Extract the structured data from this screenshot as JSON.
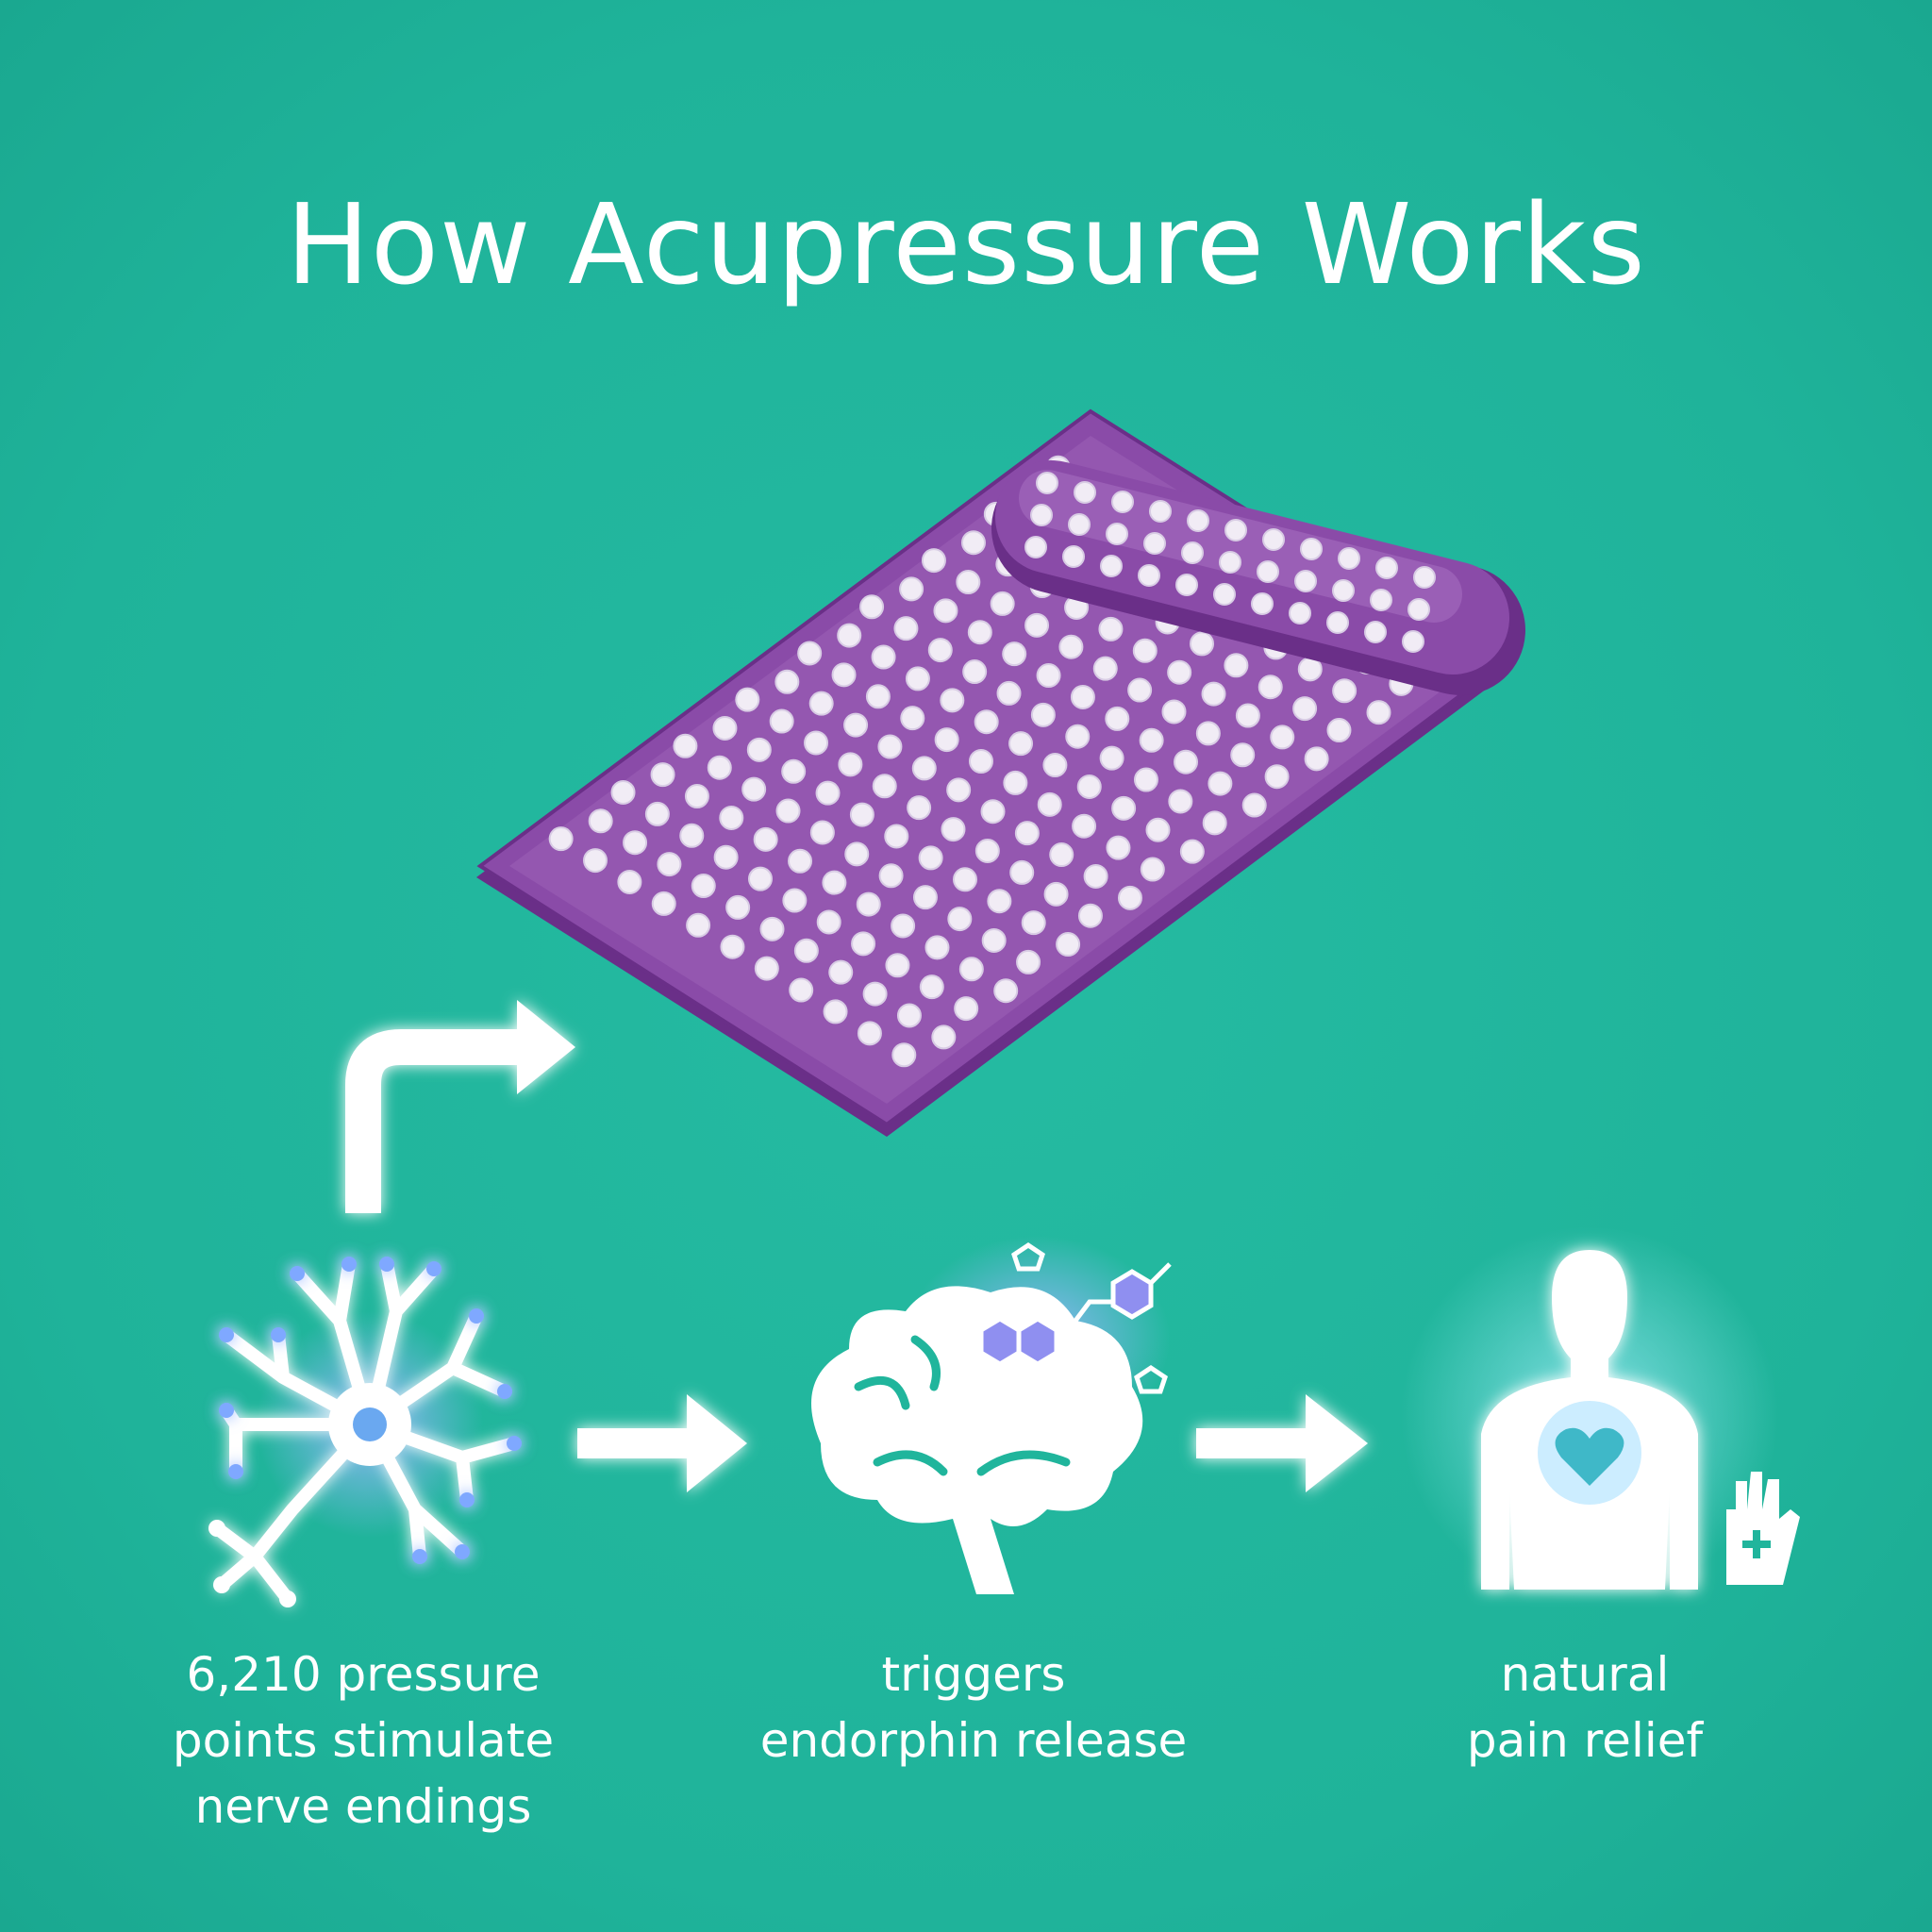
{
  "title": "How Acupressure Works",
  "steps": [
    {
      "icon": "neuron-icon",
      "lines": [
        "6,210 pressure",
        "points stimulate",
        "nerve endings"
      ]
    },
    {
      "icon": "brain-endorphin-icon",
      "lines": [
        "triggers",
        "endorphin release"
      ]
    },
    {
      "icon": "body-heart-icon",
      "lines": [
        "natural",
        "pain relief"
      ]
    }
  ],
  "colors": {
    "background": "#20b59c",
    "mat": "#8a4ba8",
    "mat_edge": "#6a2f88",
    "spike": "#f1ecf5",
    "glow": "#7fa8ff"
  }
}
